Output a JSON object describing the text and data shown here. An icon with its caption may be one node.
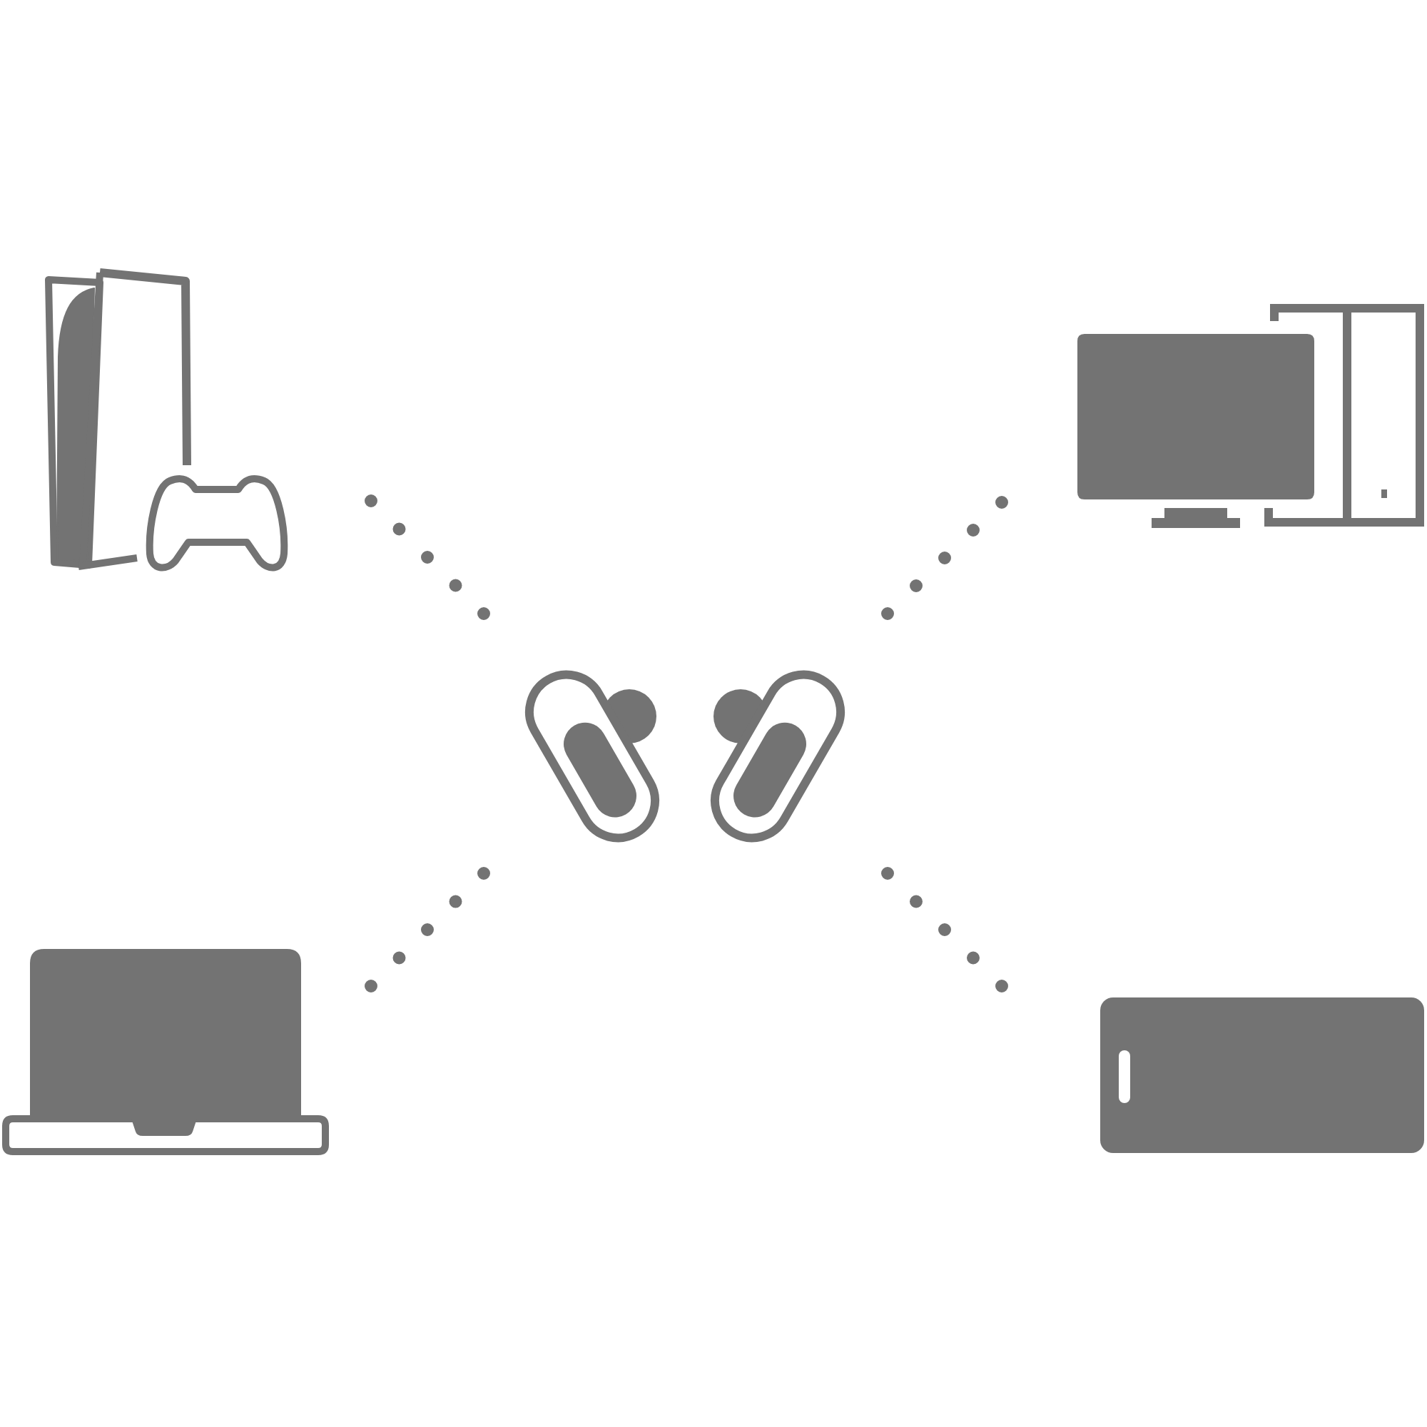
{
  "diagram": {
    "nodes": [
      {
        "text": [],
        "shape": "picture"
      },
      {
        "text": [],
        "shape": "picture"
      },
      {
        "text": [],
        "shape": "picture"
      },
      {
        "text": [],
        "shape": "picture"
      },
      {
        "text": [],
        "shape": "picture"
      }
    ],
    "edges": [
      {
        "from": 0,
        "to": 2,
        "arrow": "none",
        "style": "dashed"
      },
      {
        "from": 1,
        "to": 2,
        "arrow": "none",
        "style": "dashed"
      },
      {
        "from": 3,
        "to": 2,
        "arrow": "none",
        "style": "dashed"
      },
      {
        "from": 4,
        "to": 2,
        "arrow": "none",
        "style": "dashed"
      }
    ]
  }
}
